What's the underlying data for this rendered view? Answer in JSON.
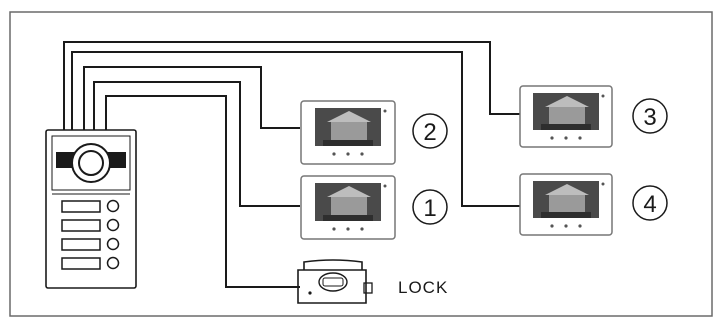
{
  "diagram": {
    "components": {
      "outdoor_station": {
        "call_buttons": 4
      },
      "monitors": [
        {
          "label": "1"
        },
        {
          "label": "2"
        },
        {
          "label": "3"
        },
        {
          "label": "4"
        }
      ],
      "lock": {
        "label": "LOCK"
      }
    },
    "colors": {
      "line": "#1a1a1a",
      "monitor_screen": "#4a4a4a",
      "monitor_body": "#ffffff",
      "border": "#6a6a6a"
    }
  }
}
